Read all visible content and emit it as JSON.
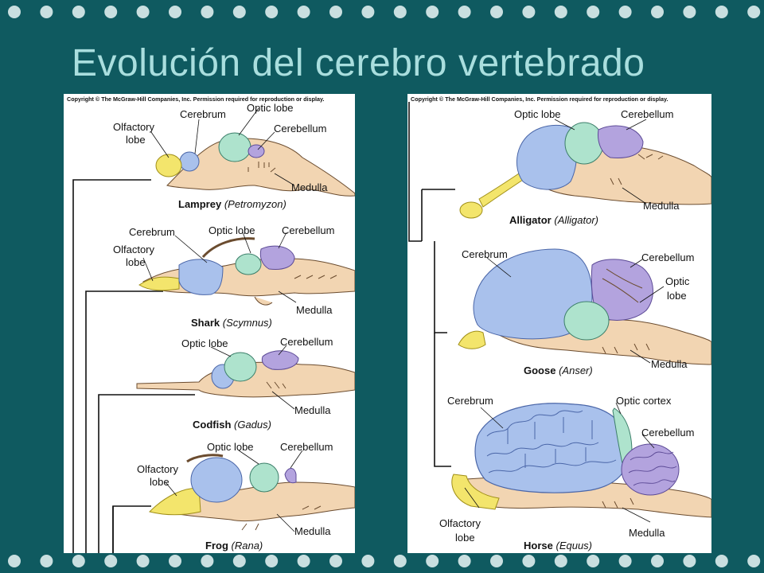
{
  "slide": {
    "title": "Evolución del cerebro vertebrado"
  },
  "colors": {
    "background": "#0f5a60",
    "title": "#a9dede",
    "dots": "#c9dfe0",
    "cerebrum": "#a9c1ec",
    "optic": "#aee3cd",
    "cerebellum": "#b3a3de",
    "olfactory": "#f3e56c",
    "brainstem": "#f2d5b2"
  },
  "left_panel": {
    "copyright": "Copyright © The McGraw-Hill Companies, Inc. Permission required for reproduction or display.",
    "lamprey": {
      "olfactory": "Olfactory",
      "olfactory2": "lobe",
      "cerebrum": "Cerebrum",
      "optic": "Optic lobe",
      "cerebellum": "Cerebellum",
      "medulla": "Medulla",
      "common": "Lamprey",
      "latin": "(Petromyzon)"
    },
    "shark": {
      "cerebrum": "Cerebrum",
      "optic": "Optic lobe",
      "cerebellum": "Cerebellum",
      "olfactory": "Olfactory",
      "olfactory2": "lobe",
      "medulla": "Medulla",
      "common": "Shark",
      "latin": "(Scymnus)"
    },
    "codfish": {
      "optic": "Optic lobe",
      "cerebellum": "Cerebellum",
      "medulla": "Medulla",
      "common": "Codfish",
      "latin": "(Gadus)"
    },
    "frog": {
      "optic": "Optic lobe",
      "cerebellum": "Cerebellum",
      "olfactory": "Olfactory",
      "olfactory2": "lobe",
      "medulla": "Medulla",
      "common": "Frog",
      "latin": "(Rana)"
    }
  },
  "right_panel": {
    "copyright": "Copyright © The McGraw-Hill Companies, Inc. Permission required for reproduction or display.",
    "alligator": {
      "optic": "Optic lobe",
      "cerebellum": "Cerebellum",
      "medulla": "Medulla",
      "common": "Alligator",
      "latin": "(Alligator)"
    },
    "goose": {
      "cerebrum": "Cerebrum",
      "cerebellum": "Cerebellum",
      "optic": "Optic",
      "optic2": "lobe",
      "medulla": "Medulla",
      "common": "Goose",
      "latin": "(Anser)"
    },
    "horse": {
      "cerebrum": "Cerebrum",
      "optic_cortex": "Optic cortex",
      "cerebellum": "Cerebellum",
      "olfactory": "Olfactory",
      "olfactory2": "lobe",
      "medulla": "Medulla",
      "common": "Horse",
      "latin": "(Equus)"
    }
  }
}
